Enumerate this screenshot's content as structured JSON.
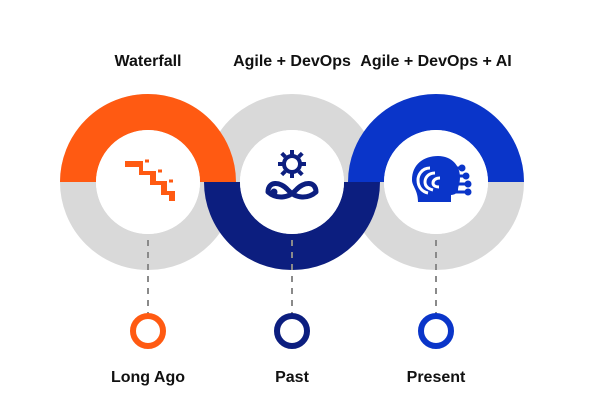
{
  "stages": [
    {
      "id": "waterfall",
      "title": "Waterfall",
      "label": "Long Ago",
      "icon": "staircase-icon",
      "accent": "#FF5A12"
    },
    {
      "id": "agile-devops",
      "title": "Agile + DevOps",
      "label": "Past",
      "icon": "gear-infinity-icon",
      "accent": "#0C1E7F"
    },
    {
      "id": "agile-devops-ai",
      "title": "Agile + DevOps + AI",
      "label": "Present",
      "icon": "ai-head-icon",
      "accent": "#0A35C9"
    }
  ],
  "colors": {
    "ring_neutral": "#D9D9D9",
    "timeline_line": "#8A8A8A",
    "text": "#111111"
  }
}
